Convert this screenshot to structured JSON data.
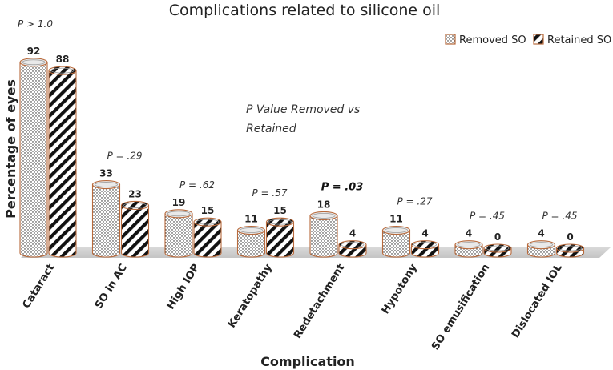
{
  "chart_data": {
    "type": "bar",
    "title": "Complications related to silicone oil",
    "xlabel": "Complication",
    "ylabel": "Percentage of eyes",
    "ylim": [
      0,
      100
    ],
    "grid": false,
    "legend_position": "top-right",
    "categories": [
      "Cataract",
      "SO in AC",
      "High IOP",
      "Keratopathy",
      "Redetachment",
      "Hypotony",
      "SO emusification",
      "Dislocated IOL"
    ],
    "series": [
      {
        "name": "Removed SO",
        "values": [
          92,
          33,
          19,
          11,
          18,
          11,
          4,
          4
        ],
        "pattern": "dots"
      },
      {
        "name": "Retained SO",
        "values": [
          88,
          23,
          15,
          15,
          4,
          4,
          0,
          0
        ],
        "pattern": "stripes"
      }
    ],
    "p_values": [
      "P > 1.0",
      "P = .29",
      "P = .62",
      "P = .57",
      "P = .03",
      "P = .27",
      "P = .45",
      "P = .45"
    ],
    "p_value_bold_index": 4,
    "annotation": "P Value Removed vs Retained",
    "colors": {
      "bar_edge": "#b86a3c",
      "pattern_ink": "#1a1a1a",
      "floor": "#cfcfcf"
    }
  }
}
